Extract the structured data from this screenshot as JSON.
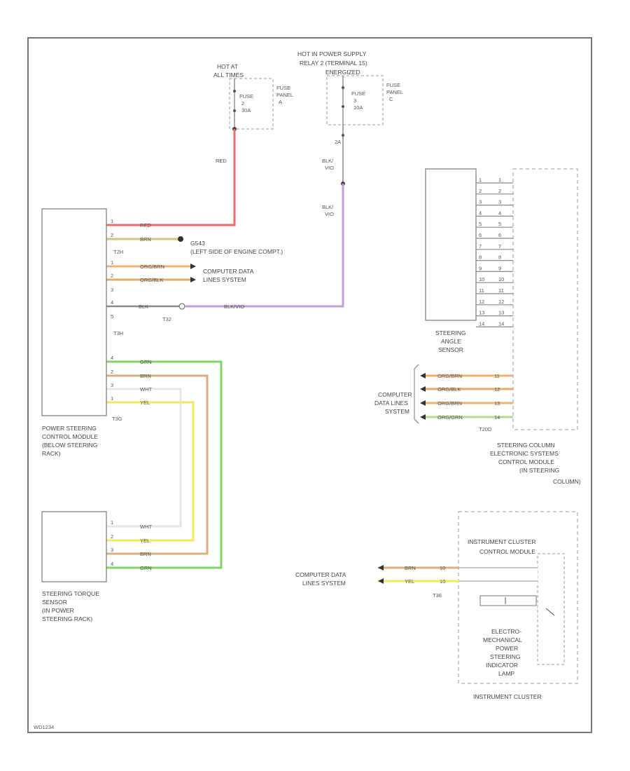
{
  "fuses": {
    "left": {
      "supply": [
        "HOT AT",
        "ALL TIMES"
      ],
      "fuse": [
        "FUSE",
        "2",
        "30A"
      ],
      "panel": [
        "FUSE",
        "PANEL",
        "A"
      ],
      "wire": "RED"
    },
    "mid": {
      "supply": [
        "HOT IN POWER SUPPLY",
        "RELAY 2 (TERMINAL 15)",
        "ENERGIZED"
      ],
      "fuse": [
        "FUSE",
        "3",
        "10A"
      ],
      "panel": [
        "FUSE",
        "PANEL",
        "C"
      ],
      "pin_top": "2A",
      "wire1": [
        "BLK/",
        "VIO"
      ],
      "wire2": [
        "BLK/",
        "VIO"
      ]
    }
  },
  "ps_module": {
    "label": [
      "POWER STEERING",
      "CONTROL MODULE",
      "(BELOW STEERING",
      "RACK)"
    ],
    "connectors": {
      "a": "T2H",
      "b": "T3H",
      "c": "T3G"
    },
    "wires": [
      {
        "pin": "1",
        "color": "RED"
      },
      {
        "pin": "2",
        "color": "BRN"
      },
      {
        "pin": "1",
        "color": "ORG/BRN"
      },
      {
        "pin": "2",
        "color": "ORG/BLK"
      },
      {
        "pin": "3",
        "color": ""
      },
      {
        "pin": "4",
        "color": "BLK"
      },
      {
        "pin": "5",
        "color": ""
      },
      {
        "pin": "4",
        "color": "GRN"
      },
      {
        "pin": "2",
        "color": "BRN"
      },
      {
        "pin": "3",
        "color": "WHT"
      },
      {
        "pin": "1",
        "color": "YEL"
      }
    ],
    "ground": [
      "G543",
      "(LEFT SIDE OF ENGINE COMPT.)"
    ],
    "data_lines": [
      "COMPUTER DATA",
      "LINES SYSTEM"
    ],
    "t32_label": "T32",
    "t32_wire": "BLK/VIO"
  },
  "torque_sensor": {
    "label": [
      "STEERING TORQUE",
      "SENSOR",
      "(IN POWER",
      "STEERING RACK)"
    ],
    "wires": [
      {
        "pin": "1",
        "color": "WHT"
      },
      {
        "pin": "2",
        "color": "YEL"
      },
      {
        "pin": "3",
        "color": "BRN"
      },
      {
        "pin": "4",
        "color": "GRN"
      }
    ]
  },
  "angle_sensor": {
    "label": [
      "STEERING",
      "ANGLE",
      "SENSOR"
    ],
    "pins": [
      "1",
      "2",
      "3",
      "4",
      "5",
      "6",
      "7",
      "8",
      "9",
      "10",
      "11",
      "12",
      "13",
      "14"
    ]
  },
  "column_module": {
    "label": [
      "STEERING COLUMN",
      "ELECTRONIC SYSTEMS",
      "CONTROL MODULE",
      "(IN STEERING",
      "COLUMN)"
    ],
    "connector": "T20D",
    "data_lines": [
      "COMPUTER",
      "DATA LINES",
      "SYSTEM"
    ],
    "wires": [
      {
        "pin": "11",
        "color": "ORG/BRN"
      },
      {
        "pin": "12",
        "color": "ORG/BLK"
      },
      {
        "pin": "13",
        "color": "ORG/BRN"
      },
      {
        "pin": "14",
        "color": "ORG/GRN"
      }
    ]
  },
  "cluster": {
    "module": [
      "INSTRUMENT CLUSTER",
      "CONTROL MODULE"
    ],
    "lamp": [
      "ELECTRO-",
      "MECHANICAL",
      "POWER",
      "STEERING",
      "INDICATOR",
      "LAMP"
    ],
    "label": "INSTRUMENT CLUSTER",
    "connector": "T36",
    "data_lines": [
      "COMPUTER DATA",
      "LINES SYSTEM"
    ],
    "wires": [
      {
        "pin": "10",
        "color": "BRN"
      },
      {
        "pin": "10",
        "color": "YEL"
      }
    ]
  },
  "page_code": "WD1234",
  "colors": {
    "red": "#f06a6a",
    "violet": "#c79ad9",
    "orange": "#f2b070",
    "green": "#7ed75e",
    "yellow": "#f3ea5a",
    "tan": "#d9b07a",
    "gray": "#8a8a8a"
  }
}
